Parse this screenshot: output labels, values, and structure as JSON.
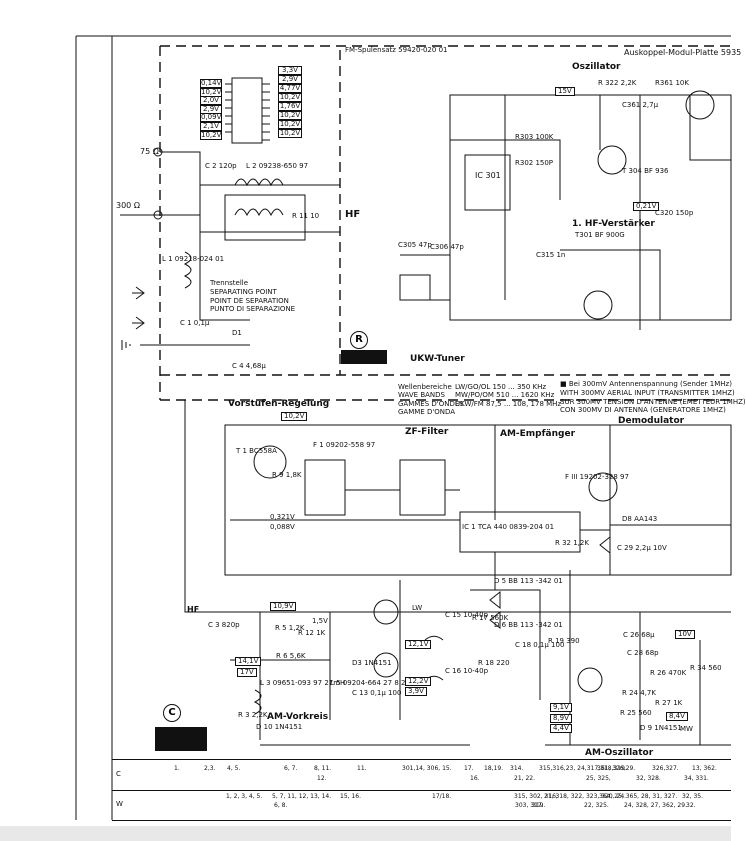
{
  "sections": {
    "fm_unit": "FM-Spulensatz 59420-020 01",
    "oszillator": "Oszillator",
    "auskoppel": "Auskoppel-Modul-Platte 5935",
    "hf": "HF",
    "hf_verstaerker": "1. HF-Verstärker",
    "ukw_tuner": "UKW-Tuner",
    "vorstufen": "Vorstufen-Regelung",
    "zf_filter": "ZF-Filter",
    "am_empfaenger": "AM-Empfänger",
    "demodulator": "Demodulator",
    "am_vorkreis": "AM-Vorkreis",
    "am_oszillator": "AM-Oszillator",
    "trennstelle": [
      "Trennstelle",
      "SEPARATING POINT",
      "POINT DE SEPARATION",
      "PUNTO DI SEPARAZIONE"
    ]
  },
  "markers": {
    "r": "R",
    "c": "C",
    "hf2": "HF",
    "mw": "MW",
    "lw": "LW"
  },
  "voltages_left": [
    "0,14V",
    "10,2V",
    "2,0V",
    "2,9V",
    "0,09V",
    "2,1V",
    "10,2V"
  ],
  "voltages_right": [
    "3,3V",
    "2,9V",
    "4,77V",
    "10,2V",
    "1,76V",
    "10,2V",
    "10,2V",
    "10,2V"
  ],
  "ic301": "IC 301",
  "wellenbereiche": {
    "labels": [
      "Wellenbereiche",
      "WAVE BANDS",
      "GAMMES D'ONDES",
      "GAMME D'ONDA"
    ],
    "lw": "LW/GO/OL   150 ... 350 KHz",
    "mw": "MW/PO/OM   510 ... 1620 KHz",
    "ukw": "UKW/FM    87,5 ... 108, 178 MHz"
  },
  "note": [
    "■ Bei 300mV Antennenspannung (Sender 1MHz)",
    "WITH 300MV AERIAL INPUT (TRANSMITTER 1MHZ)",
    "SUR 300MV TENSION D'ANTENNE (EMETTEUR 1MHZ)",
    "CON 300MV DI ANTENNA (GENERATORE 1MHZ)"
  ],
  "components": {
    "l2": "L 2  09238-650 97",
    "c2": "C 2  120p",
    "l1": "L 1  09218-024 01",
    "c1": "C 1  0,1µ",
    "d1": "D1",
    "c4": "C 4  4,68µ",
    "c305": "C305 47p",
    "c306": "C306 47p",
    "r11": "R 11  10",
    "r303": "R303 100K",
    "r322": "R 322 2,2K",
    "r361": "R361 10K",
    "c361": "C361 2,7µ",
    "r302": "R302 150P",
    "c315": "C315 1n",
    "t304": "T 304  BF 936",
    "t301": "T301  BF 900G",
    "c320": "C320 150p",
    "t1": "T 1  BC558A",
    "f1": "F 1  09202-558 97",
    "ic1": "IC 1  TCA 440  0839-204 01",
    "f3": "F III  19202-328 97",
    "d8": "D8  AA143",
    "c29": "C 29 2,2µ 10V",
    "r9": "R 9  1,8K",
    "r5": "R 5  1,2K",
    "r12": "R 12  1K",
    "r6": "R 6  5,6K",
    "l3": "L 3  09651-093 97  27mH",
    "r3": "R 3  2,2K",
    "d10": "D 10  1N4151",
    "c3": "C 3  820p",
    "d3": "D3  1N4151",
    "l5": "L 5  09204-664 27  8,2mH",
    "c13": "C 13 0,1µ 100",
    "c16": "C 16  10-40p",
    "c15": "C 15  10-40p",
    "d5": "D 5  BB 113 -342 01",
    "d6": "D 6  BB 113 -342 01",
    "r17": "R 17 560K",
    "r18": "R 18 220",
    "c18": "C 18 0,1µ 100",
    "c28": "C 28  68p",
    "r26": "R 26 470K",
    "r27": "R 27 1K",
    "r34": "R 34 560",
    "r24": "R 24 4,7K",
    "r25": "R 25 560",
    "d9": "D 9  1N4151",
    "r32": "R 32 1,2K",
    "r19": "R 19 390",
    "c26": "C 26 68µ"
  },
  "volt_tags": {
    "v1": "10,2V",
    "v2": "0,321V",
    "v3": "0,088V",
    "v4": "10,9V",
    "v5": "1,5V",
    "v6": "12,1V",
    "v7": "14,1V",
    "v8": "12,2V",
    "v9": "3,9V",
    "v10": "8,9V",
    "v11": "9,1V",
    "v12": "4,4V",
    "v13": "8,4V",
    "v14": "10V",
    "v15": "15V",
    "v16": "0,21V",
    "v17": "17V"
  },
  "footer": {
    "row_c_label": "C",
    "row_w_label": "W",
    "row_c": [
      "1.",
      "2,3.",
      "4, 5.",
      "6, 7.",
      "8, 11.",
      "11.",
      "301,14, 306, 15.",
      "17.",
      "18,19.",
      "314.",
      "315,316,23, 24,317,318,319.",
      "361, 326,29.",
      "326,327.",
      "13, 362."
    ],
    "row_c2": [
      "12.",
      "16.",
      "21, 22.",
      "25, 325,",
      "32, 328.",
      "34, 331."
    ],
    "row_w": [
      "1, 2, 3, 4, 5.",
      "5, 7, 11, 12, 13, 14.",
      "15, 16.",
      "17/18.",
      "315, 302, 316,",
      "21, 318, 322, 323, 320, 24.",
      "364, 25, 365, 28, 31, 327.",
      "32, 35."
    ],
    "row_w2": [
      "6, 8.",
      "303, 317.",
      "319.",
      "22, 325.",
      "24, 328, 27, 362, 29.",
      "32."
    ]
  },
  "left_labels": {
    "ohm75": "75 Ω",
    "ohm300": "300 Ω"
  }
}
